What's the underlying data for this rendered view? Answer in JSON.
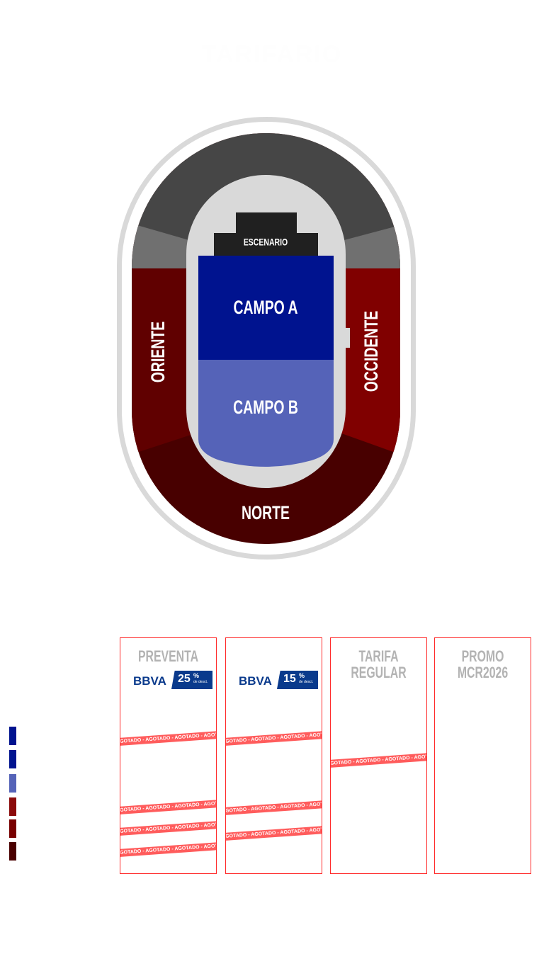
{
  "title": "TARIFARIO",
  "map": {
    "stage": "ESCENARIO",
    "zones": {
      "campo_a": "CAMPO A",
      "campo_b": "CAMPO B",
      "oriente": "ORIENTE",
      "occidente": "OCCIDENTE",
      "norte": "NORTE"
    },
    "colors": {
      "outer_ring": "#d9d9d9",
      "upper_stands": "#464646",
      "side_stands_closed": "#707070",
      "oriente": "#600000",
      "occidente": "#800000",
      "norte": "#480000",
      "field": "#d9d9d9",
      "stage": "#202020",
      "campo_a": "#00138f",
      "campo_b": "#5563b8"
    }
  },
  "legend": {
    "swatches": [
      {
        "color": "#00138f"
      },
      {
        "color": "#00138f"
      },
      {
        "color": "#5563b8"
      },
      {
        "color": "#8b0a0a"
      },
      {
        "color": "#780000"
      },
      {
        "color": "#4a0000"
      }
    ]
  },
  "pricing": {
    "border_color": "#ff2a2a",
    "sold_out_color": "#ff5c5c",
    "sold_out_text": "AGOTADO - AGOTADO - AGOTADO - AGOTADO - AGOTADO - AGOTADO",
    "columns": [
      {
        "header": "PREVENTA",
        "bank": "BBVA",
        "discount": "25",
        "discount_symbol": "%",
        "discount_note": "de desct."
      },
      {
        "header": "",
        "bank": "BBVA",
        "discount": "15",
        "discount_symbol": "%",
        "discount_note": "de desct."
      },
      {
        "header_line1": "TARIFA",
        "header_line2": "REGULAR"
      },
      {
        "header_line1": "PROMO",
        "header_line2": "MCR2026"
      }
    ]
  }
}
